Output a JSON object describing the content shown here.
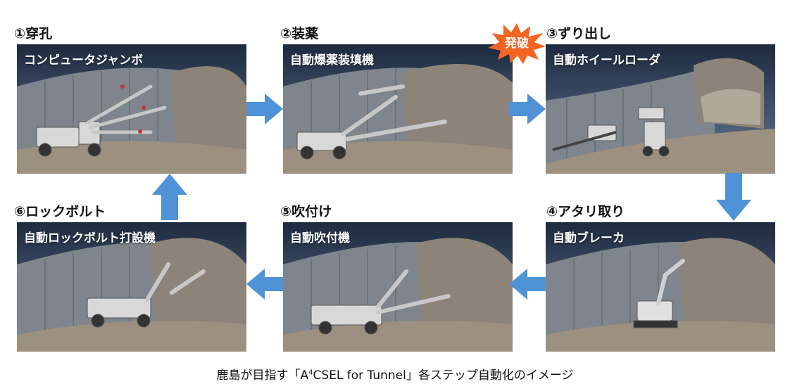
{
  "steps": [
    {
      "title": "①穿孔",
      "machine": "コンピュータジャンボ"
    },
    {
      "title": "②装薬",
      "machine": "自動爆薬装填機"
    },
    {
      "title": "③ずり出し",
      "machine": "自動ホイールローダ"
    },
    {
      "title": "④アタリ取り",
      "machine": "自動ブレーカ"
    },
    {
      "title": "⑤吹付け",
      "machine": "自動吹付機"
    },
    {
      "title": "⑥ロックボルト",
      "machine": "自動ロックボルト打設機"
    }
  ],
  "blast_badge": "発破",
  "caption": {
    "prefix": "鹿島が目指す「A",
    "superscript": "4",
    "suffix": "CSEL for Tunnel」各ステップ自動化のイメージ"
  },
  "colors": {
    "arrow": "#4f93d6",
    "burst": "#f26522",
    "panel_dark": "#1d2a3f",
    "rock": "#8c8478",
    "tunnel_wall": "#7f858c"
  }
}
